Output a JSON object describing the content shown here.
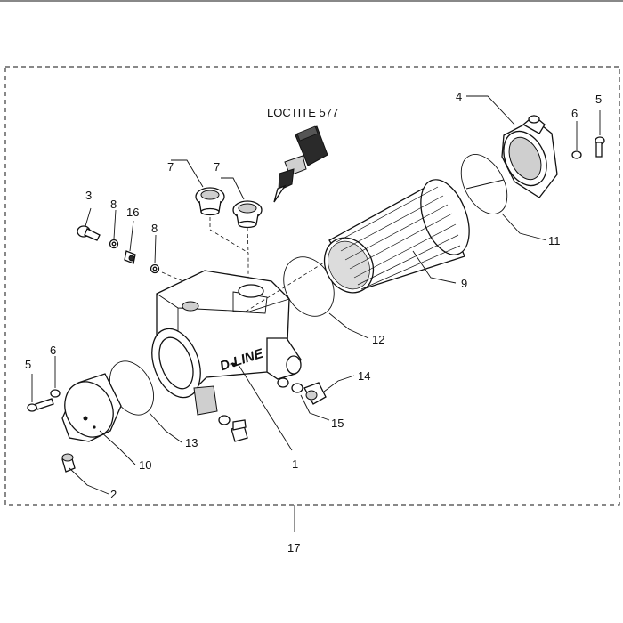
{
  "note": "LOCTITE 577",
  "callouts": {
    "c1": "1",
    "c2": "2",
    "c3": "3",
    "c4": "4",
    "c5a": "5",
    "c5b": "5",
    "c6a": "6",
    "c6b": "6",
    "c7a": "7",
    "c7b": "7",
    "c8a": "8",
    "c8b": "8",
    "c9": "9",
    "c10": "10",
    "c11": "11",
    "c12": "12",
    "c13": "13",
    "c14": "14",
    "c15": "15",
    "c16": "16",
    "c17": "17"
  },
  "housing_brand": "D-LINE"
}
